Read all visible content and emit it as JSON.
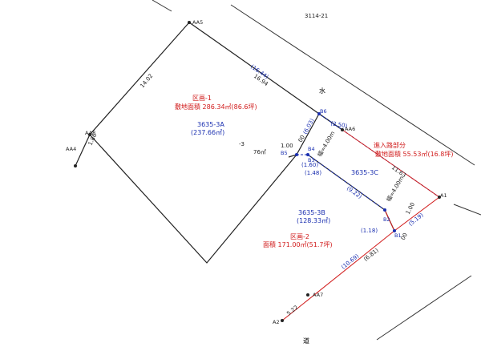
{
  "parcel_ref": "3114-21",
  "water_label": "水",
  "road_label": "道",
  "zone1": {
    "title": "区画-1",
    "area": "敷地面積 286.34㎡(86.6坪)"
  },
  "zone2": {
    "title": "区画-2",
    "area": "面積 171.00㎡(51.7坪)"
  },
  "access": {
    "title": "進入路部分",
    "area": "敷地面積 55.53㎡(16.8坪)"
  },
  "lot_3a": {
    "id": "3635-3A",
    "area": "(237.66㎡)"
  },
  "lot_3b": {
    "id": "3635-3B",
    "area": "(128.33㎡)"
  },
  "lot_3c": {
    "id": "3635-3C"
  },
  "lot_3": {
    "id": "-3",
    "area": "76㎡"
  },
  "points": {
    "AA5": "AA5",
    "AA6": "AA6",
    "AA8": "AA8",
    "AA4": "AA4",
    "AA7": "AA7",
    "A1": "A1",
    "A2": "A2",
    "B1": "B1",
    "B2": "B2",
    "B3": "B3",
    "B4": "B4",
    "B5": "B5",
    "B6": "B6"
  },
  "dims": {
    "d1644": "(16.44)",
    "d1694": "16.94",
    "d1402": "14.02",
    "d186": "1.86",
    "d603": "(6.03)",
    "d250": "(2.50)",
    "d100a": "1.00",
    "d00a": "00",
    "d1160": "(1.60)",
    "d148": "(1.48)",
    "w400a": "幅=4.00m",
    "w400b": "幅=4.00m",
    "d922": "(9.22)",
    "d1163": "11.63",
    "d100b": "1.00",
    "d00b": "00",
    "d118": "(1.18)",
    "d519": "(5.19)",
    "d1069": "(10.69)",
    "d681": "(6.81)",
    "d522": "5.22"
  },
  "colors": {
    "black": "#222222",
    "blue": "#1a2fb0",
    "red": "#d11b1b"
  }
}
